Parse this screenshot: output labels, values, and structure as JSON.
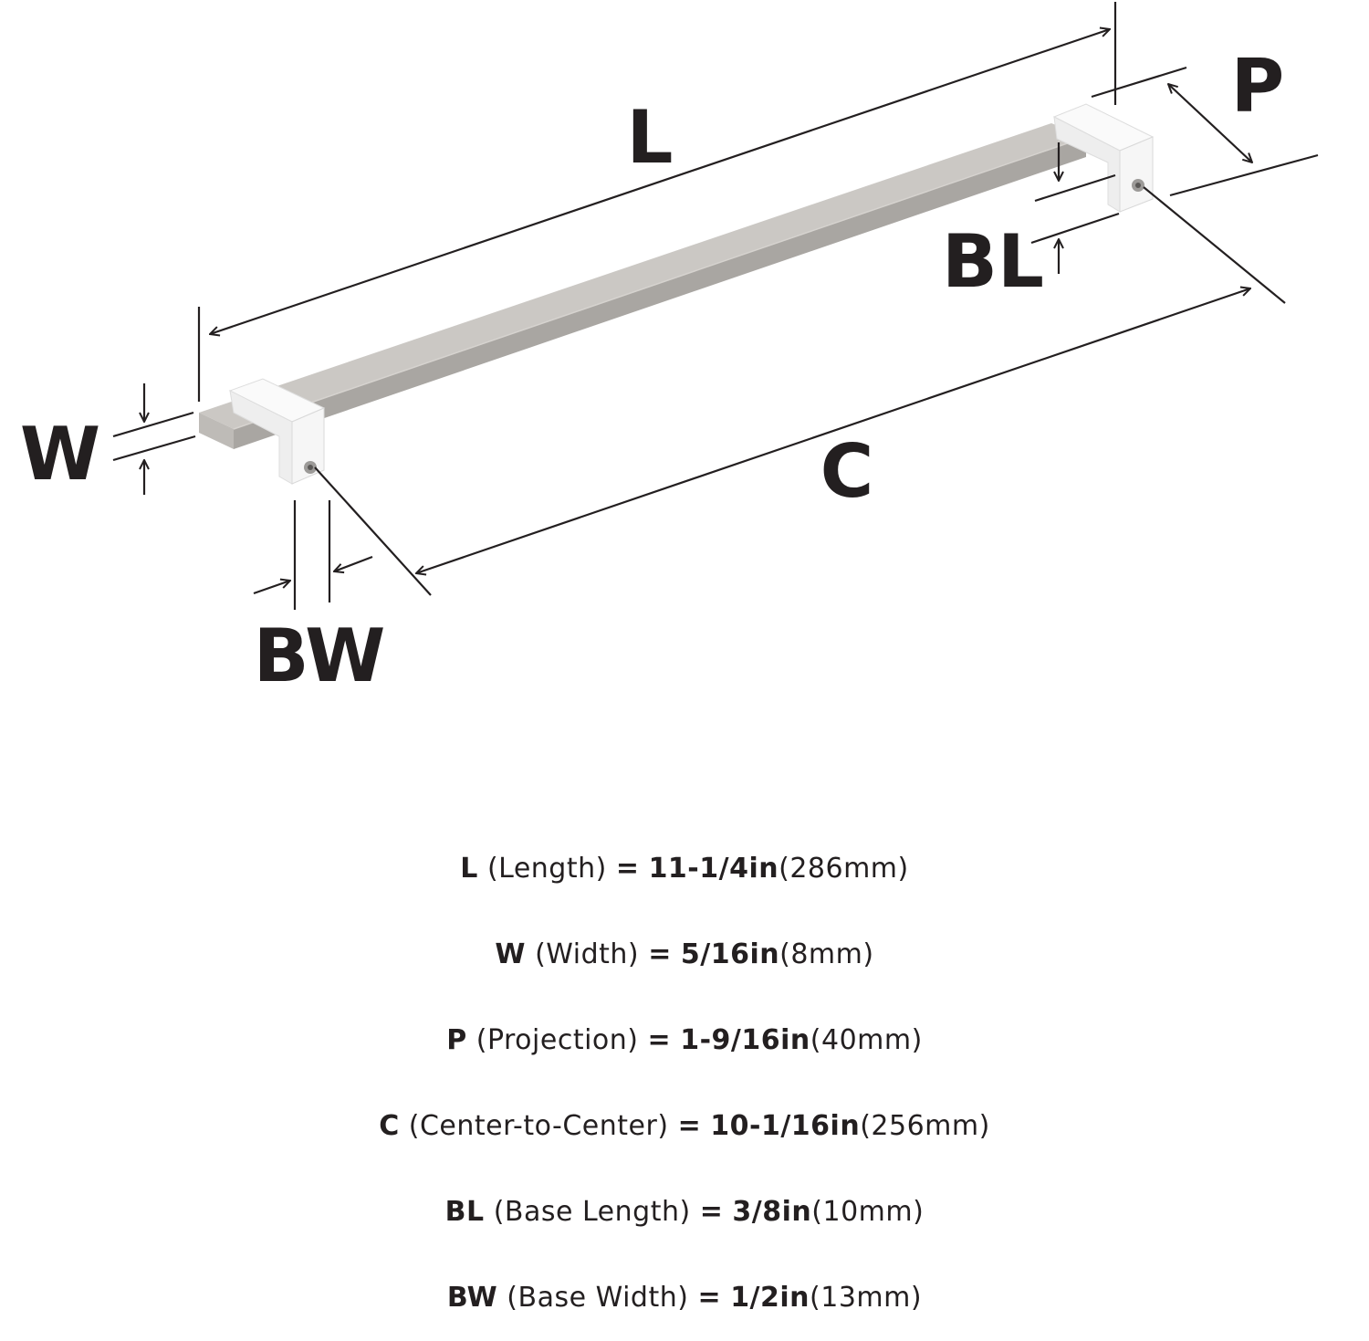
{
  "colors": {
    "ink": "#231f20",
    "bar_top": "#cbc8c4",
    "bar_side": "#a9a6a2",
    "bar_front": "#bebbb7",
    "post": "#f4f4f4",
    "post_edge": "#d9d9d9"
  },
  "diagram": {
    "labels": {
      "L": "L",
      "P": "P",
      "BL": "BL",
      "W": "W",
      "C": "C",
      "BW": "BW"
    }
  },
  "specs": [
    {
      "key": "L",
      "name": "(Length)",
      "imperial": "11-1/4in",
      "metric": "(286mm)"
    },
    {
      "key": "W",
      "name": "(Width)",
      "imperial": "5/16in",
      "metric": "(8mm)"
    },
    {
      "key": "P",
      "name": "(Projection)",
      "imperial": "1-9/16in",
      "metric": "(40mm)"
    },
    {
      "key": "C",
      "name": "(Center-to-Center)",
      "imperial": "10-1/16in",
      "metric": "(256mm)"
    },
    {
      "key": "BL",
      "name": "(Base Length)",
      "imperial": "3/8in",
      "metric": "(10mm)"
    },
    {
      "key": "BW",
      "name": "(Base Width)",
      "imperial": "1/2in",
      "metric": "(13mm)"
    }
  ]
}
